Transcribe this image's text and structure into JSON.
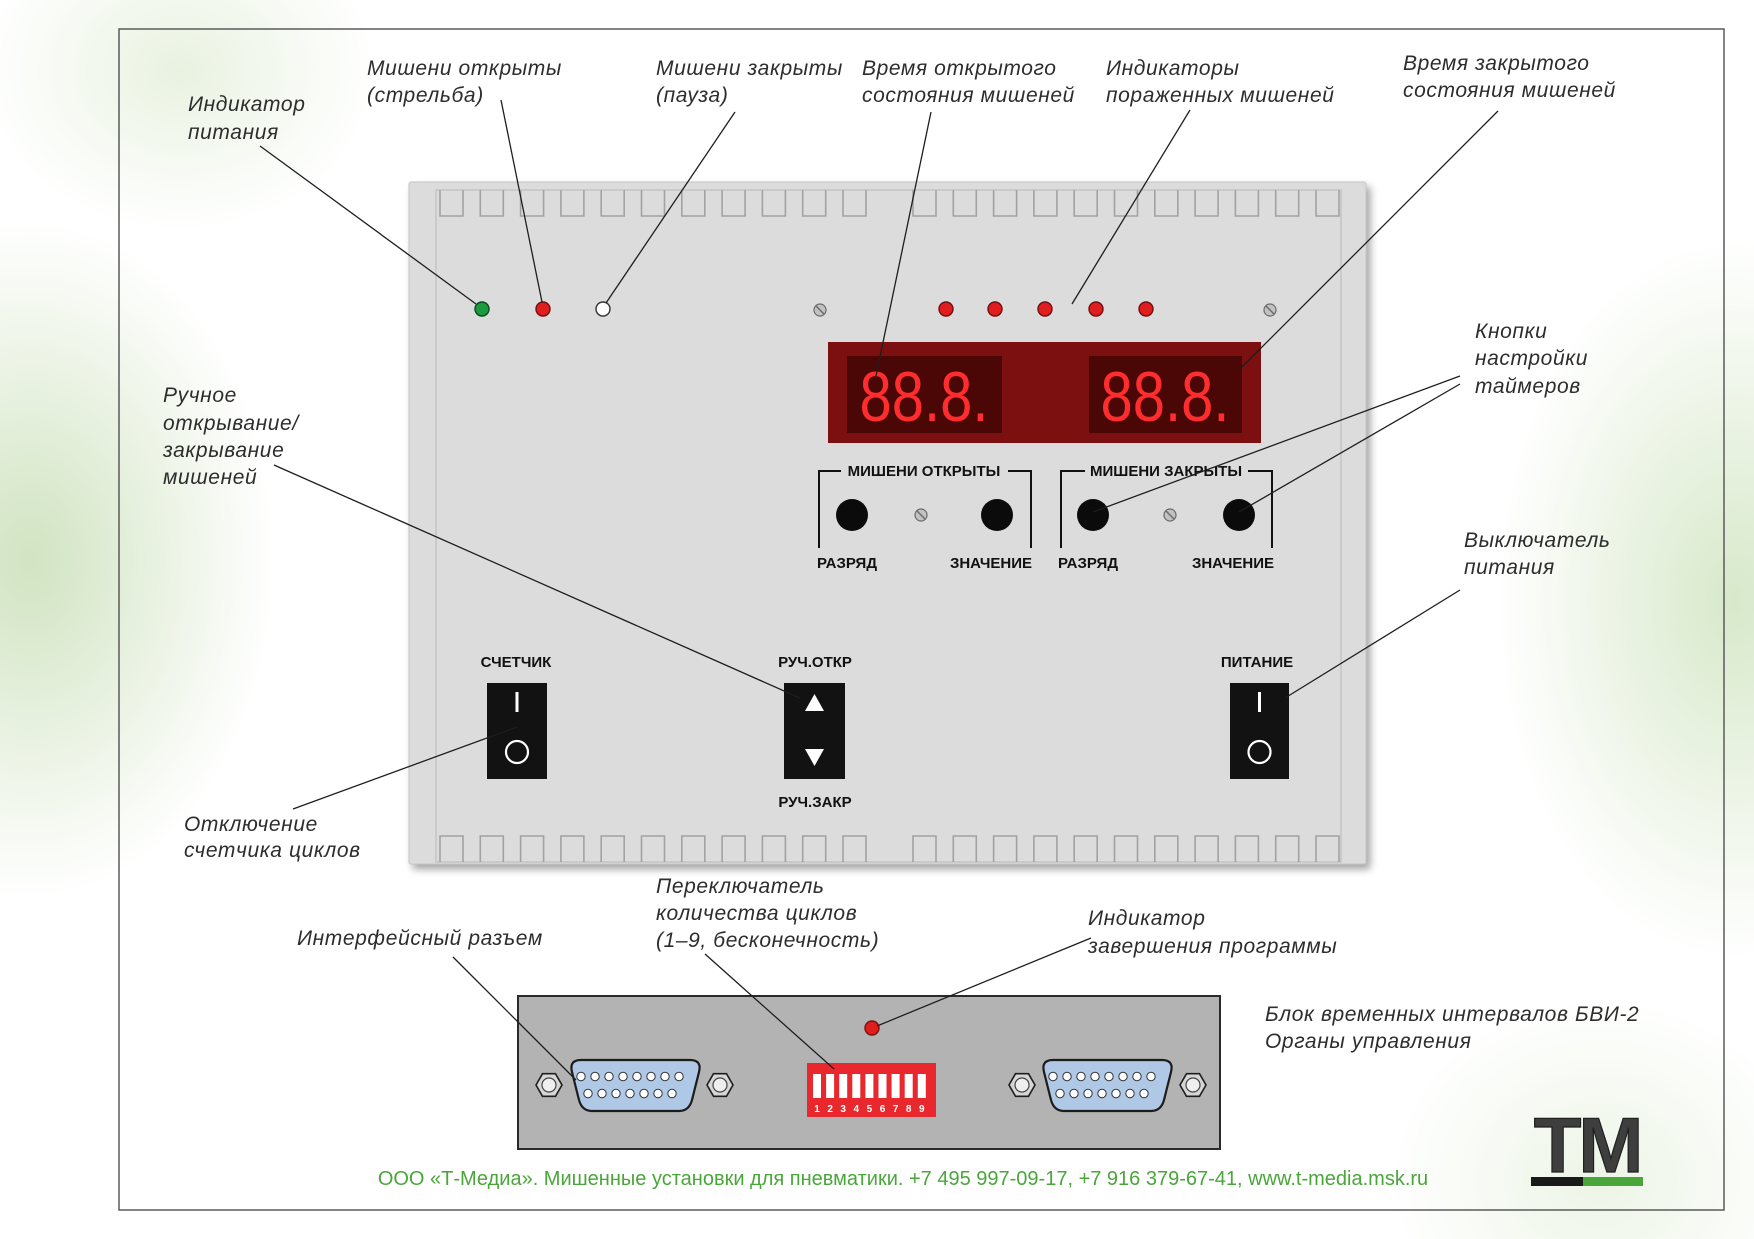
{
  "annotations": {
    "power_indicator": [
      "Индикатор",
      "питания"
    ],
    "targets_open": [
      "Мишени открыты",
      "(стрельба)"
    ],
    "targets_closed": [
      "Мишени закрыты",
      "(пауза)"
    ],
    "open_time": [
      "Время открытого",
      "состояния мишеней"
    ],
    "hit_indicators": [
      "Индикаторы",
      "пораженных мишеней"
    ],
    "closed_time": [
      "Время закрытого",
      "состояния мишеней"
    ],
    "timer_buttons": [
      "Кнопки",
      "настройки",
      "таймеров"
    ],
    "manual_open_close": [
      "Ручное",
      "открывание/",
      "закрывание",
      "мишеней"
    ],
    "power_switch": [
      "Выключатель",
      "питания"
    ],
    "counter_off": [
      "Отключение",
      "счетчика циклов"
    ],
    "cycle_switch": [
      "Переключатель",
      "количества циклов",
      "(1–9, бесконечность)"
    ],
    "end_indicator": [
      "Индикатор",
      "завершения программы"
    ],
    "interface_connector": [
      "Интерфейсный разъем"
    ]
  },
  "block_caption": [
    "Блок временных интервалов БВИ-2",
    "Органы управления"
  ],
  "panel": {
    "display_open_time": "88.8.",
    "display_closed_time": "88.8.",
    "group_open": {
      "label": "МИШЕНИ ОТКРЫТЫ",
      "digit_button": "РАЗРЯД",
      "value_button": "ЗНАЧЕНИЕ"
    },
    "group_closed": {
      "label": "МИШЕНИ ЗАКРЫТЫ",
      "digit_button": "РАЗРЯД",
      "value_button": "ЗНАЧЕНИЕ"
    },
    "counter_switch": {
      "label": "СЧЕТЧИК"
    },
    "manual_switch": {
      "label_top": "РУЧ.ОТКР",
      "label_bottom": "РУЧ.ЗАКР"
    },
    "power_switch": {
      "label": "ПИТАНИЕ"
    }
  },
  "dip_switch": {
    "positions": [
      "1",
      "2",
      "3",
      "4",
      "5",
      "6",
      "7",
      "8",
      "9"
    ]
  },
  "footer": "ООО «Т-Медиа». Мишенные установки для пневматики. +7 495 997-09-17, +7 916 379-67-41, www.t-media.msk.ru",
  "logo": {
    "text": "TM"
  },
  "colors": {
    "led_green": "#1c9a3e",
    "led_red": "#e01e1e",
    "led_white": "#ffffff",
    "display_segment": "#ff2d2d",
    "dip_body": "#e8282c",
    "brand_green": "#4aa63a",
    "logo_dark": "#1a1a1a"
  },
  "icons": {
    "screw": "screw-icon",
    "switch_on": "power-on-line-icon",
    "switch_off": "power-off-circle-icon",
    "manual_up": "triangle-up-icon",
    "manual_down": "triangle-down-icon",
    "connector": "db15-connector-icon",
    "nut": "hex-nut-icon"
  }
}
